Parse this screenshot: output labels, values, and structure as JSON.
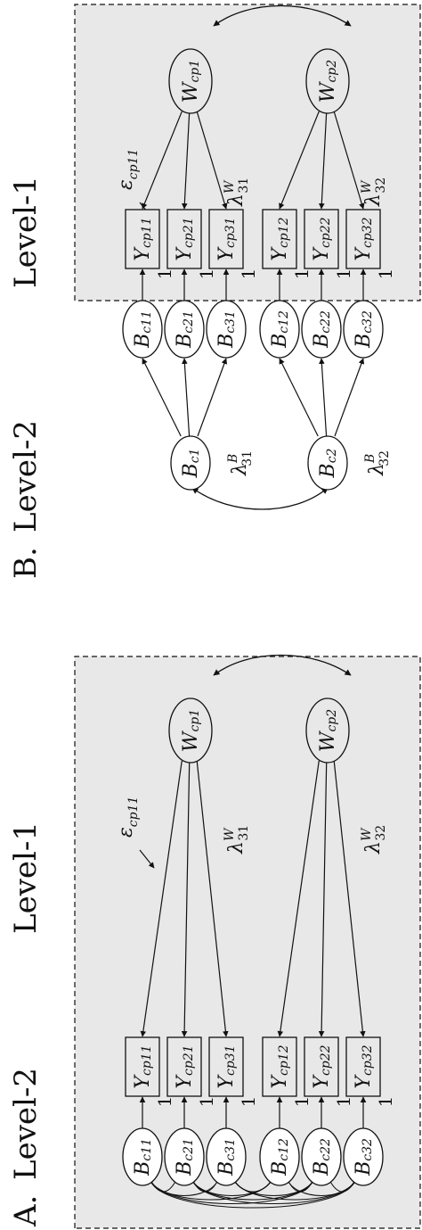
{
  "panel_a": {
    "label": "A.",
    "level2": "Level-2",
    "level1": "Level-1",
    "observed": [
      [
        "Y",
        "cp11"
      ],
      [
        "Y",
        "cp21"
      ],
      [
        "Y",
        "cp31"
      ],
      [
        "Y",
        "cp12"
      ],
      [
        "Y",
        "cp22"
      ],
      [
        "Y",
        "cp32"
      ]
    ],
    "between": [
      [
        "B",
        "c11"
      ],
      [
        "B",
        "c21"
      ],
      [
        "B",
        "c31"
      ],
      [
        "B",
        "c12"
      ],
      [
        "B",
        "c22"
      ],
      [
        "B",
        "c32"
      ]
    ],
    "within": [
      [
        "W",
        "cp1"
      ],
      [
        "W",
        "cp2"
      ]
    ],
    "loading_one": "1",
    "epsilon": [
      "ε",
      "cp11"
    ],
    "lambda_w1": [
      "λ",
      "W",
      "31"
    ],
    "lambda_w2": [
      "λ",
      "W",
      "32"
    ]
  },
  "panel_b": {
    "label": "B.",
    "level2": "Level-2",
    "level1": "Level-1",
    "observed": [
      [
        "Y",
        "cp11"
      ],
      [
        "Y",
        "cp21"
      ],
      [
        "Y",
        "cp31"
      ],
      [
        "Y",
        "cp12"
      ],
      [
        "Y",
        "cp22"
      ],
      [
        "Y",
        "cp32"
      ]
    ],
    "between": [
      [
        "B",
        "c11"
      ],
      [
        "B",
        "c21"
      ],
      [
        "B",
        "c31"
      ],
      [
        "B",
        "c12"
      ],
      [
        "B",
        "c22"
      ],
      [
        "B",
        "c32"
      ]
    ],
    "between_factors": [
      [
        "B",
        "c1"
      ],
      [
        "B",
        "c2"
      ]
    ],
    "within": [
      [
        "W",
        "cp1"
      ],
      [
        "W",
        "cp2"
      ]
    ],
    "loading_one": "1",
    "epsilon": [
      "ε",
      "cp11"
    ],
    "lambda_w1": [
      "λ",
      "W",
      "31"
    ],
    "lambda_w2": [
      "λ",
      "W",
      "32"
    ],
    "lambda_b1": [
      "λ",
      "B",
      "31"
    ],
    "lambda_b2": [
      "λ",
      "B",
      "32"
    ]
  }
}
